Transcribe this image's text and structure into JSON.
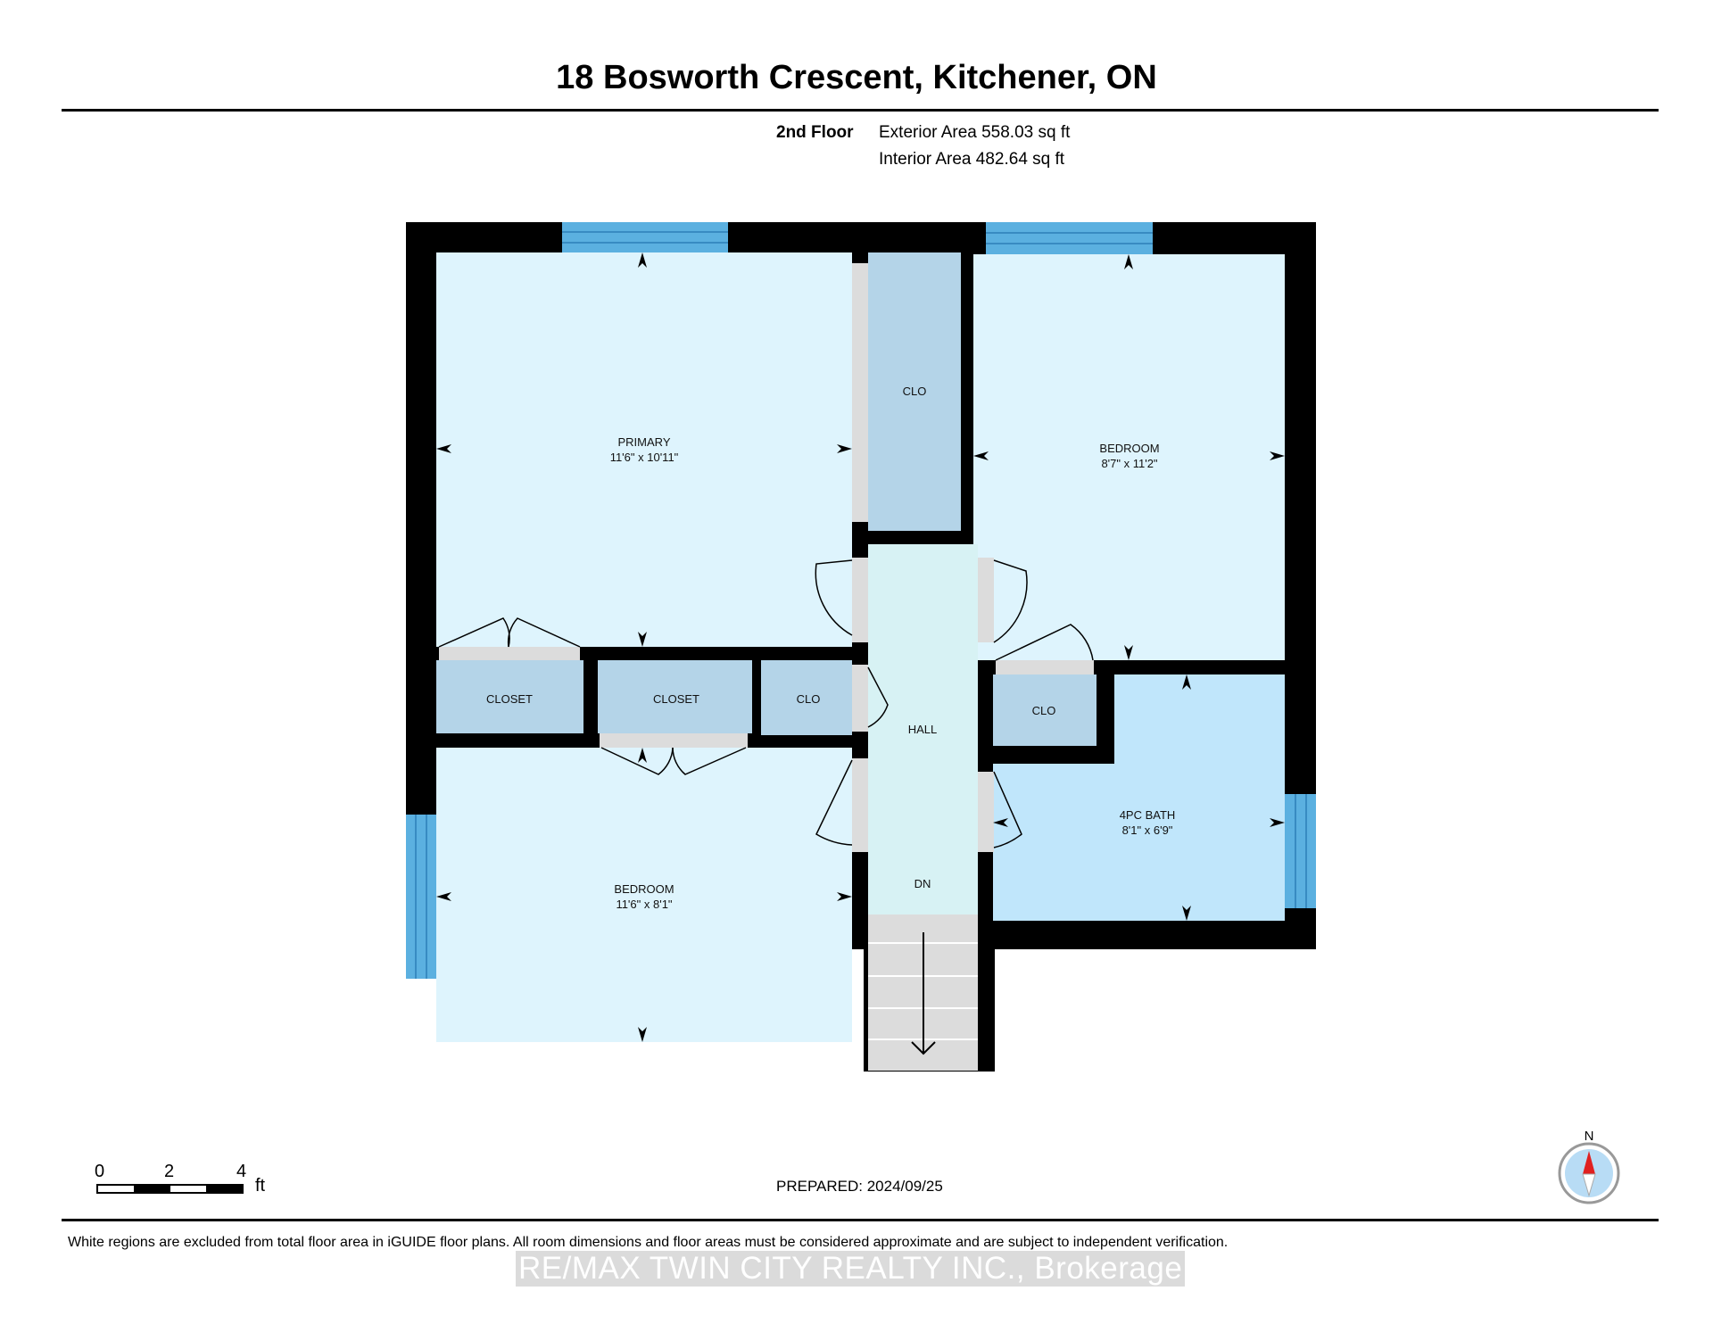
{
  "header": {
    "title": "18 Bosworth Crescent, Kitchener, ON",
    "floor": "2nd Floor",
    "exterior_area": "Exterior Area 558.03 sq ft",
    "interior_area": "Interior Area 482.64 sq ft"
  },
  "rooms": {
    "primary": {
      "name": "PRIMARY",
      "dims": "11'6\" x 10'11\""
    },
    "bedroom_ne": {
      "name": "BEDROOM",
      "dims": "8'7\" x 11'2\""
    },
    "bedroom_sw": {
      "name": "BEDROOM",
      "dims": "11'6\" x 8'1\""
    },
    "bath": {
      "name": "4PC BATH",
      "dims": "8'1\" x 6'9\""
    },
    "clo_top": {
      "name": "CLO"
    },
    "closet_1": {
      "name": "CLOSET"
    },
    "closet_2": {
      "name": "CLOSET"
    },
    "clo_mid": {
      "name": "CLO"
    },
    "clo_right": {
      "name": "CLO"
    },
    "hall": {
      "name": "HALL"
    },
    "stairs": {
      "name": "DN"
    }
  },
  "scale_bar": {
    "labels": [
      "0",
      "2",
      "4"
    ],
    "unit": "ft"
  },
  "compass": {
    "label": "N"
  },
  "footer": {
    "prepared": "PREPARED: 2024/09/25",
    "disclaimer": "White regions are excluded from total floor area in iGUIDE floor plans. All room dimensions and floor areas must be considered approximate and are subject to independent verification.",
    "brokerage": "RE/MAX TWIN CITY REALTY INC., Brokerage"
  },
  "colors": {
    "room_fill": "#def4fd",
    "hall_fill": "#d7f2f4",
    "closet_fill": "#b4d4e8",
    "bath_fill": "#c0e6fb",
    "window": "#5bb0e0",
    "wall": "#000000",
    "stairs": "#dcdcdc",
    "compass_fill": "#b8dcf5",
    "compass_needle": "#e02020"
  }
}
